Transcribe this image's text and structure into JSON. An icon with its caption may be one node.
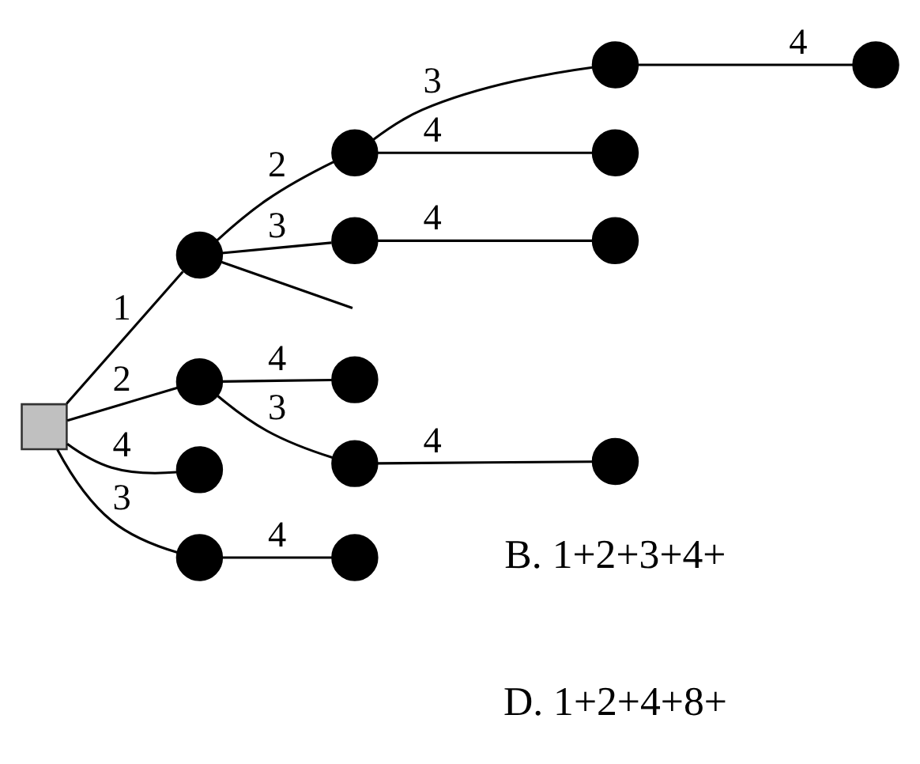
{
  "diagram": {
    "nodes": [
      {
        "text": [],
        "shape": "box"
      },
      {
        "text": [],
        "shape": "circle"
      },
      {
        "text": [],
        "shape": "circle"
      },
      {
        "text": [],
        "shape": "circle"
      },
      {
        "text": [],
        "shape": "circle"
      },
      {
        "text": [],
        "shape": "circle"
      },
      {
        "text": [],
        "shape": "circle"
      },
      {
        "text": [],
        "shape": "circle"
      },
      {
        "text": [],
        "shape": "circle"
      },
      {
        "text": [],
        "shape": "circle"
      },
      {
        "text": [],
        "shape": "circle"
      },
      {
        "text": [],
        "shape": "circle"
      },
      {
        "text": [],
        "shape": "circle"
      },
      {
        "text": [],
        "shape": "circle"
      },
      {
        "text": [],
        "shape": "circle"
      }
    ],
    "edges": [
      {
        "from": 0,
        "to": 1,
        "arrow": "none",
        "label": "1"
      },
      {
        "from": 1,
        "to": null,
        "arrow": "none"
      },
      {
        "from": 1,
        "to": 2,
        "arrow": "none",
        "label": "2"
      },
      {
        "from": 1,
        "to": 6,
        "arrow": "none",
        "label": "3"
      },
      {
        "from": 2,
        "to": 3,
        "arrow": "none",
        "label": "3"
      },
      {
        "from": 3,
        "to": 4,
        "arrow": "none",
        "label": "4"
      },
      {
        "from": 2,
        "to": 5,
        "arrow": "none",
        "label": "4"
      },
      {
        "from": 6,
        "to": 9,
        "arrow": "none",
        "label": "4"
      },
      {
        "from": 0,
        "to": 7,
        "arrow": "none",
        "label": "2"
      },
      {
        "from": 7,
        "to": 8,
        "arrow": "none",
        "label": "4"
      },
      {
        "from": 7,
        "to": 12,
        "arrow": "none",
        "label": "3"
      },
      {
        "from": 12,
        "to": 13,
        "arrow": "none",
        "label": "4"
      },
      {
        "from": 0,
        "to": 11,
        "arrow": "none",
        "label": "3"
      },
      {
        "from": 11,
        "to": 14,
        "arrow": "none",
        "label": "4"
      },
      {
        "from": 0,
        "to": 10,
        "arrow": "none",
        "label": "4"
      }
    ],
    "labels": [
      "B. 1+2+3+4+",
      "D. 1+2+4+8+"
    ]
  }
}
